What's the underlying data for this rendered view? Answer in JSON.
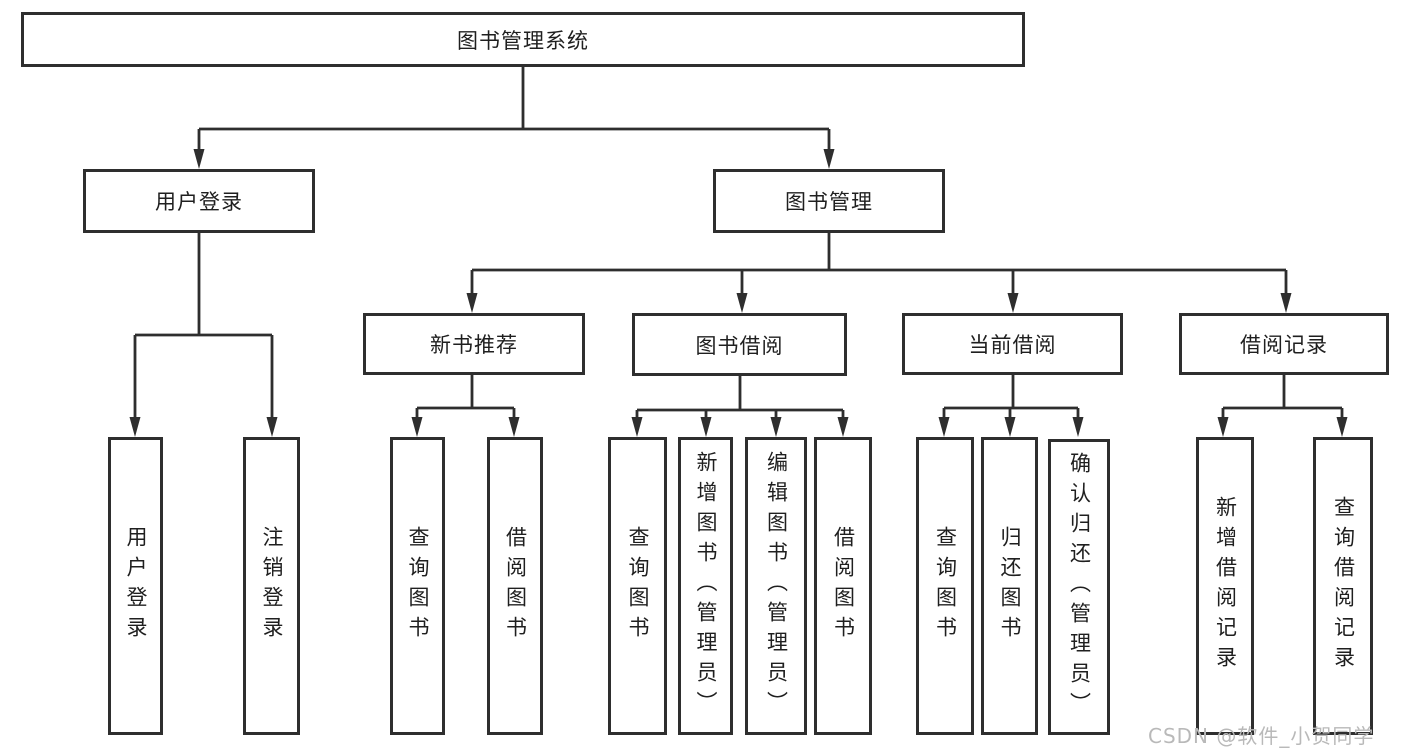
{
  "diagram_title": "图书管理系统",
  "nodes": {
    "root": "图书管理系统",
    "user_login_branch": "用户登录",
    "book_mgmt_branch": "图书管理",
    "new_book_rec": "新书推荐",
    "book_borrow": "图书借阅",
    "current_borrow": "当前借阅",
    "borrow_record": "借阅记录",
    "user_login_leaf": "用户登录",
    "logout_leaf": "注销登录",
    "query_book_rec": "查询图书",
    "borrow_book_rec": "借阅图书",
    "query_book_borrow": "查询图书",
    "add_book_admin": "新增图书（管理员）",
    "edit_book_admin": "编辑图书（管理员）",
    "borrow_book_borrow": "借阅图书",
    "query_book_current": "查询图书",
    "return_book": "归还图书",
    "confirm_return_admin": "确认归还（管理员）",
    "add_borrow_record": "新增借阅记录",
    "query_borrow_record": "查询借阅记录"
  },
  "colors": {
    "line": "#2e2e2e",
    "box_border": "#2e2e2e",
    "text": "#1f1f1f",
    "watermark": "#b9b9b9",
    "background": "#ffffff"
  },
  "watermark": "CSDN @软件_小贺同学"
}
